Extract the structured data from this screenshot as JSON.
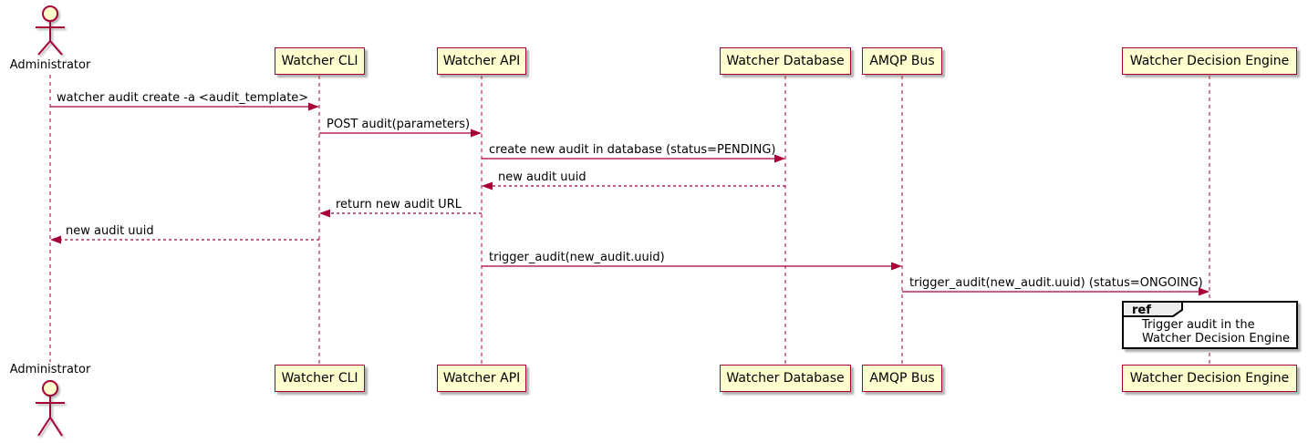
{
  "diagram_type": "plantuml-sequence",
  "colors": {
    "accent": "#A80036",
    "participant_fill": "#FEFECE",
    "ref_tab_fill": "#EEEEEE",
    "ref_border": "#000000",
    "text": "#000000",
    "background": "#FFFFFF"
  },
  "participants": [
    {
      "id": "administrator",
      "label": "Administrator",
      "type": "actor"
    },
    {
      "id": "watcher-cli",
      "label": "Watcher CLI",
      "type": "box"
    },
    {
      "id": "watcher-api",
      "label": "Watcher API",
      "type": "box"
    },
    {
      "id": "watcher-database",
      "label": "Watcher Database",
      "type": "box"
    },
    {
      "id": "amqp-bus",
      "label": "AMQP Bus",
      "type": "box"
    },
    {
      "id": "watcher-decision-engine",
      "label": "Watcher Decision Engine",
      "type": "box"
    }
  ],
  "messages": [
    {
      "from": "Administrator",
      "to": "Watcher CLI",
      "line": "solid",
      "text": "watcher audit create -a <audit_template>"
    },
    {
      "from": "Watcher CLI",
      "to": "Watcher API",
      "line": "solid",
      "text": "POST audit(parameters)"
    },
    {
      "from": "Watcher API",
      "to": "Watcher Database",
      "line": "solid",
      "text": "create new audit in database (status=PENDING)"
    },
    {
      "from": "Watcher Database",
      "to": "Watcher API",
      "line": "dashed",
      "text": "new audit uuid"
    },
    {
      "from": "Watcher API",
      "to": "Watcher CLI",
      "line": "dashed",
      "text": "return new audit URL"
    },
    {
      "from": "Watcher CLI",
      "to": "Administrator",
      "line": "dashed",
      "text": "new audit uuid"
    },
    {
      "from": "Watcher API",
      "to": "AMQP Bus",
      "line": "solid",
      "text": "trigger_audit(new_audit.uuid)"
    },
    {
      "from": "AMQP Bus",
      "to": "Watcher Decision Engine",
      "line": "solid",
      "text": "trigger_audit(new_audit.uuid) (status=ONGOING)"
    }
  ],
  "ref_fragment": {
    "keyword": "ref",
    "over": "Watcher Decision Engine",
    "line1": "Trigger audit in the",
    "line2": "Watcher Decision Engine"
  }
}
